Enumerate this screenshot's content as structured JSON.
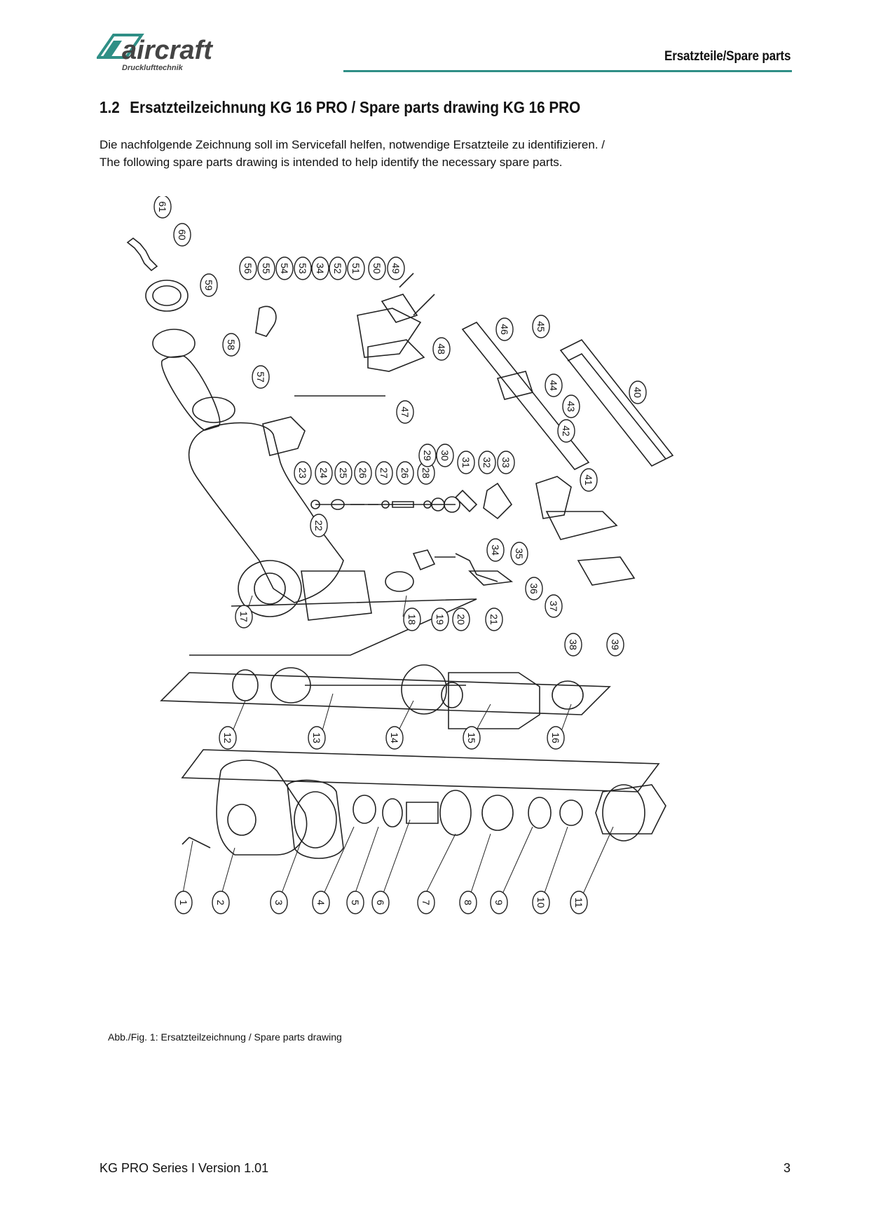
{
  "header": {
    "brand": "aircraft",
    "brand_sub": "Drucklufttechnik",
    "section_label": "Ersatzteile/Spare parts",
    "accent_color": "#2f8f86"
  },
  "section": {
    "number": "1.2",
    "title": "Ersatzteilzeichnung KG 16 PRO / Spare parts drawing KG 16 PRO"
  },
  "intro": {
    "line_de": "Die nachfolgende Zeichnung soll im Servicefall helfen, notwendige Ersatzteile zu identifizieren. /",
    "line_en": "The following spare parts drawing is intended to help identify the necessary spare parts."
  },
  "drawing": {
    "part_numbers": [
      "1",
      "2",
      "3",
      "4",
      "5",
      "6",
      "7",
      "8",
      "9",
      "10",
      "11",
      "12",
      "13",
      "14",
      "15",
      "16",
      "17",
      "18",
      "19",
      "20",
      "21",
      "22",
      "23",
      "24",
      "25",
      "26",
      "27",
      "26",
      "28",
      "29",
      "30",
      "31",
      "32",
      "33",
      "34",
      "35",
      "36",
      "37",
      "38",
      "39",
      "40",
      "41",
      "42",
      "43",
      "44",
      "45",
      "46",
      "47",
      "48",
      "49",
      "50",
      "51",
      "52",
      "34",
      "53",
      "54",
      "55",
      "56",
      "57",
      "58",
      "59",
      "60",
      "61"
    ]
  },
  "caption": "Abb./Fig. 1: Ersatzteilzeichnung / Spare parts drawing",
  "footer": {
    "series": "KG PRO Series I Version 1.01",
    "page": "3"
  }
}
